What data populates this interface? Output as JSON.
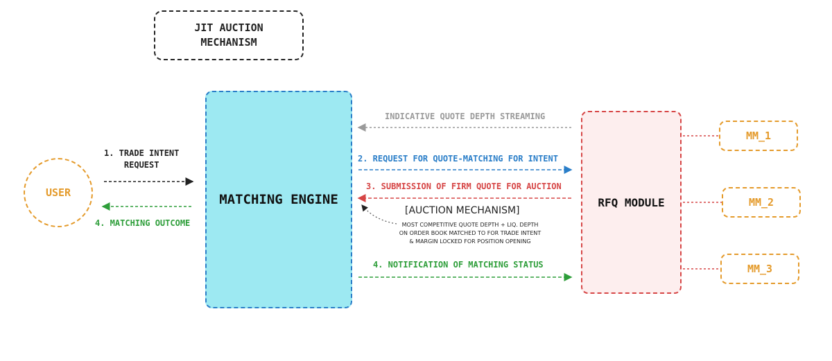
{
  "title": {
    "line1": "JIT AUCTION",
    "line2": "MECHANISM"
  },
  "nodes": {
    "user": "USER",
    "matching_engine": "MATCHING ENGINE",
    "rfq_module": "RFQ MODULE",
    "market_makers": [
      "MM_1",
      "MM_2",
      "MM_3"
    ]
  },
  "flows": {
    "trade_intent": {
      "line1": "1. TRADE INTENT",
      "line2": "REQUEST"
    },
    "matching_outcome": "4. MATCHING OUTCOME",
    "indicative_quote": "INDICATIVE QUOTE DEPTH STREAMING",
    "request_for_quote": "2. REQUEST FOR QUOTE-MATCHING FOR INTENT",
    "firm_quote": "3. SUBMISSION OF FIRM QUOTE FOR AUCTION",
    "notification": "4. NOTIFICATION OF MATCHING STATUS"
  },
  "auction_note": {
    "heading": "[AUCTION MECHANISM]",
    "lines": [
      "MOST COMPETITIVE QUOTE DEPTH + LIQ. DEPTH",
      "ON ORDER BOOK MATCHED TO FOR TRADE INTENT",
      "& MARGIN LOCKED FOR POSITION OPENING"
    ]
  },
  "colors": {
    "black": "#222222",
    "green": "#2e9e3a",
    "gray": "#9a9a9a",
    "blue": "#2a7ec8",
    "red": "#d64545",
    "orange": "#e49a2a",
    "engine_fill": "#9de9f2",
    "rfq_fill": "#fdeeee"
  }
}
